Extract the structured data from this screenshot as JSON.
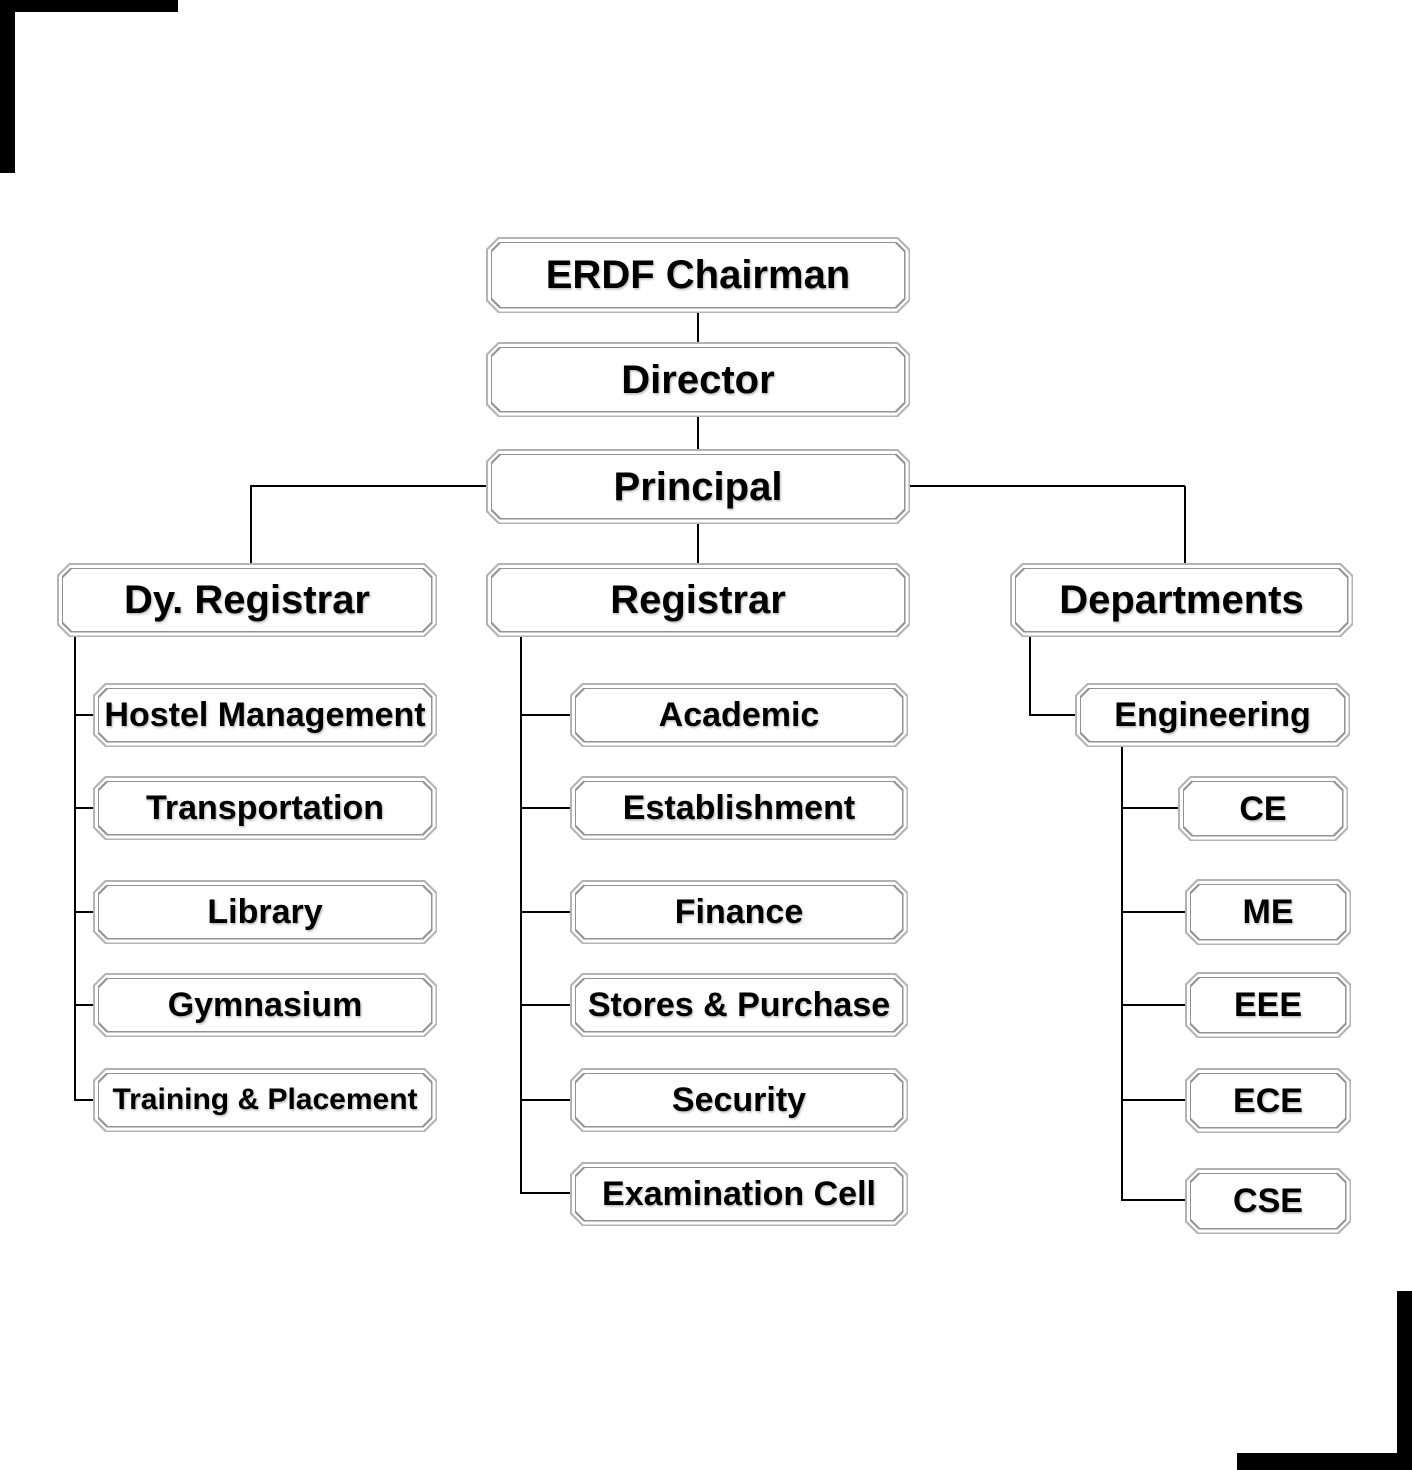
{
  "org": {
    "root": {
      "label": "ERDF Chairman"
    },
    "director": {
      "label": "Director"
    },
    "principal": {
      "label": "Principal"
    },
    "branches": [
      {
        "label": "Dy. Registrar",
        "children": [
          "Hostel Management",
          "Transportation",
          "Library",
          "Gymnasium",
          "Training & Placement"
        ]
      },
      {
        "label": "Registrar",
        "children": [
          "Academic",
          "Establishment",
          "Finance",
          "Stores & Purchase",
          "Security",
          "Examination Cell"
        ]
      },
      {
        "label": "Departments",
        "children": [
          "Engineering"
        ],
        "grandchildren": [
          "CE",
          "ME",
          "EEE",
          "ECE",
          "CSE"
        ]
      }
    ]
  },
  "colors": {
    "connector_line": "#000000",
    "box_border_outer": "#b3b3b3",
    "box_border_inner": "#939393",
    "box_fill": "#ffffff",
    "text": "#000000",
    "corner_decoration": "#000000",
    "background": "#ffffff"
  }
}
